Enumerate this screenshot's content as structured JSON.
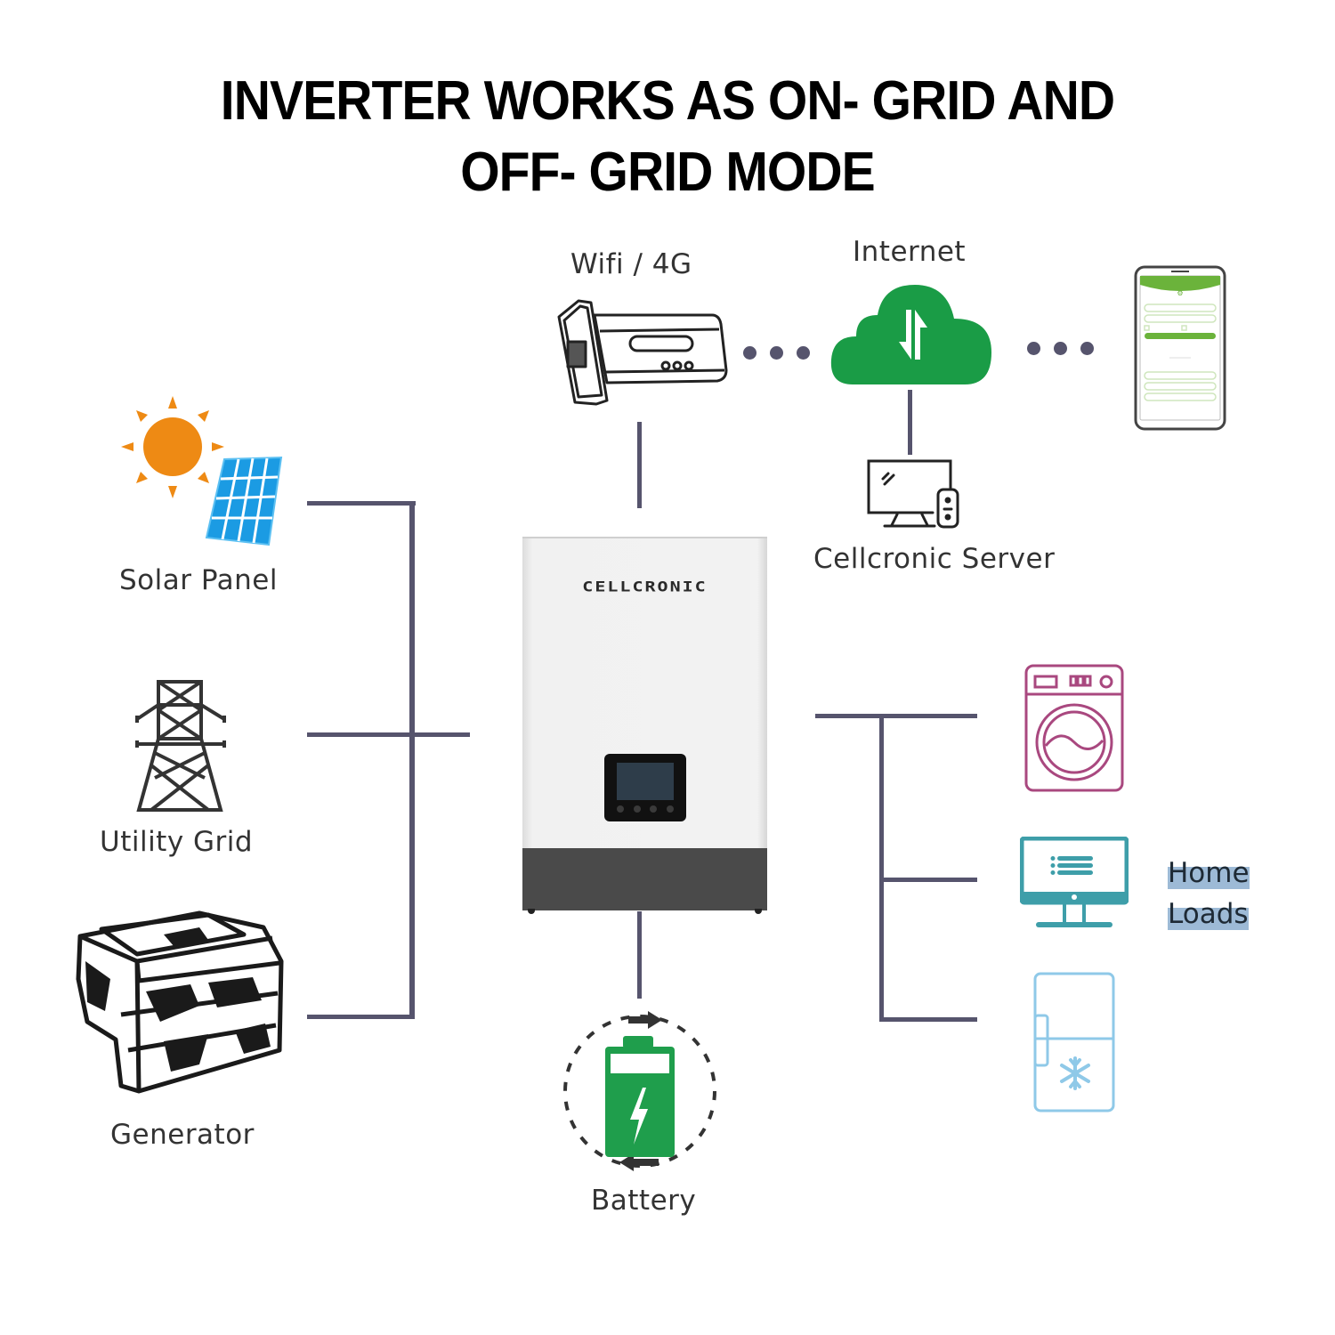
{
  "title": {
    "line1": "INVERTER WORKS AS ON- GRID AND",
    "line2": "OFF- GRID MODE"
  },
  "inputs": {
    "solar_panel": "Solar Panel",
    "utility_grid": "Utility Grid",
    "generator": "Generator"
  },
  "communication": {
    "wifi": "Wifi / 4G",
    "internet": "Internet",
    "server": "Cellcronic Server"
  },
  "inverter": {
    "brand": "CELLCRONIC"
  },
  "storage": {
    "battery": "Battery"
  },
  "outputs": {
    "home_loads_line1": "Home",
    "home_loads_line2": "Loads"
  },
  "colors": {
    "connector": "#56546d",
    "cloud_green": "#1a9c46",
    "battery_green": "#1f9e4c",
    "sun_orange": "#ee8a14",
    "panel_blue": "#1b9be3",
    "washer_magenta": "#a9487f",
    "monitor_teal": "#3e9ea9",
    "fridge_lightblue": "#8fc9e8"
  }
}
